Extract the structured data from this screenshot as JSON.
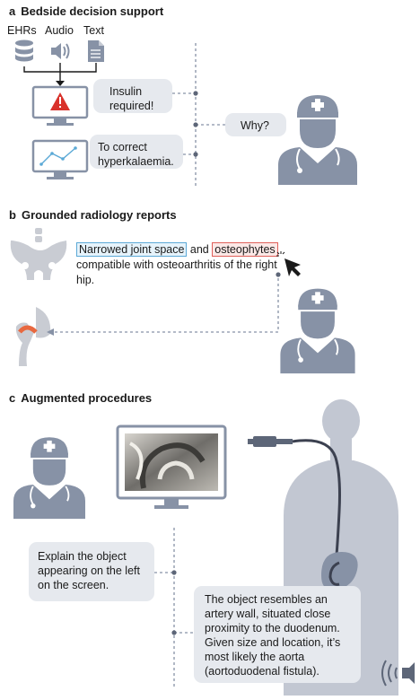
{
  "panel_a": {
    "letter": "a",
    "title": "Bedside decision support",
    "sources": [
      "EHRs",
      "Audio",
      "Text"
    ],
    "bubble_alert": "Insulin required!",
    "bubble_why": "Why?",
    "bubble_reason": "To correct hyperkalaemia."
  },
  "panel_b": {
    "letter": "b",
    "title": "Grounded radiology reports",
    "finding_1": "Narrowed joint space",
    "connector": "and",
    "finding_2": "osteophytes",
    "report_rest": "compatible with osteoarthritis of the right hip."
  },
  "panel_c": {
    "letter": "c",
    "title": "Augmented procedures",
    "question": "Explain the object appearing on the left on the screen.",
    "answer": "The object resembles an artery wall, situated close proximity to the duodenum. Given size and location, it’s most likely the aorta (aortoduodenal fistula)."
  },
  "colors": {
    "figure_gray": "#8792a6",
    "figure_dark": "#5d6678",
    "bubble_bg": "#e6e9ee",
    "alert_red": "#d9322b",
    "highlight_blue": "#5ba9d6",
    "highlight_red": "#e0605a",
    "bone_gray": "#c9ccd3",
    "pathology_orange": "#e8683f"
  }
}
